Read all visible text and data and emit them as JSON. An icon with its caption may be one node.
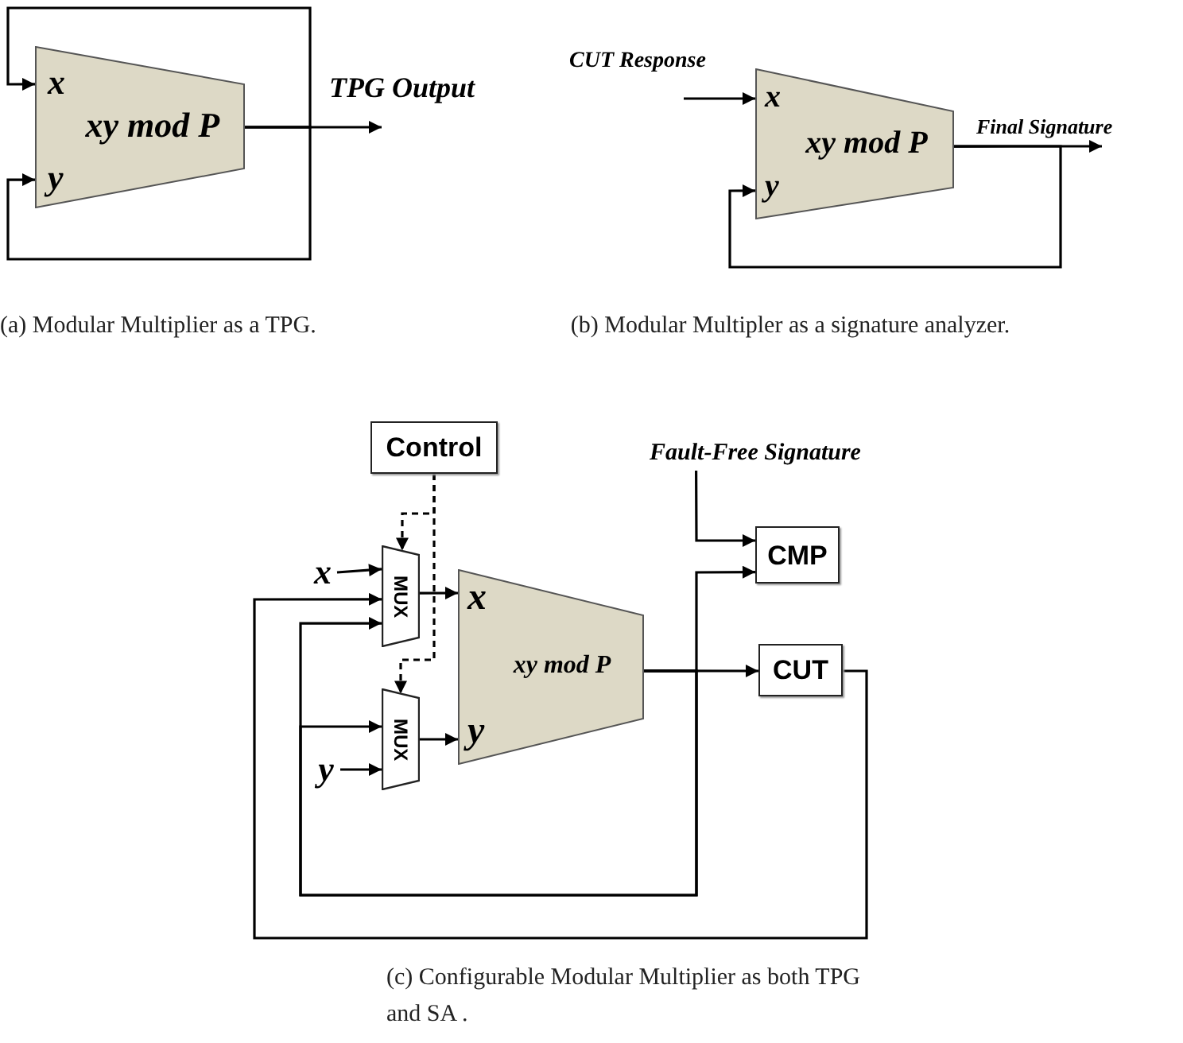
{
  "diagram": {
    "nodes": [
      {
        "text": [
          "x",
          "xy mod P",
          "y"
        ]
      },
      {
        "text": [
          "x",
          "xy mod P",
          "y"
        ]
      },
      {
        "text": [
          "Control"
        ]
      },
      {
        "text": [
          "x"
        ]
      },
      {
        "text": [
          "y"
        ]
      },
      {
        "text": [
          "MUX"
        ]
      },
      {
        "text": [
          "MUX"
        ]
      },
      {
        "text": [
          "x",
          "xy mod P",
          "y"
        ]
      },
      {
        "text": [
          "Fault-Free Signature"
        ]
      },
      {
        "text": [
          "CMP"
        ]
      },
      {
        "text": [
          "CUT"
        ]
      }
    ],
    "edges": [
      {
        "from": 0,
        "to": 0,
        "arrow": "to"
      },
      {
        "from": 0,
        "to": 0,
        "arrow": "to"
      },
      {
        "from": 0,
        "to": null,
        "arrow": "to",
        "label": "TPG Output"
      },
      {
        "from": null,
        "to": 1,
        "arrow": "to",
        "label": "CUT Response"
      },
      {
        "from": 1,
        "to": null,
        "arrow": "to",
        "label": "Final Signature"
      },
      {
        "from": 1,
        "to": 1,
        "arrow": "to"
      },
      {
        "from": 3,
        "to": 5,
        "arrow": "to"
      },
      {
        "from": 4,
        "to": 6,
        "arrow": "to"
      },
      {
        "from": 2,
        "to": 5,
        "arrow": "to",
        "style": "dashed"
      },
      {
        "from": 2,
        "to": 6,
        "arrow": "to",
        "style": "dashed"
      },
      {
        "from": 5,
        "to": 7,
        "arrow": "to"
      },
      {
        "from": 6,
        "to": 7,
        "arrow": "to"
      },
      {
        "from": 7,
        "to": 10,
        "arrow": "to"
      },
      {
        "from": 7,
        "to": 9,
        "arrow": "to"
      },
      {
        "from": 7,
        "to": 5,
        "arrow": "to"
      },
      {
        "from": 7,
        "to": 6,
        "arrow": "to"
      },
      {
        "from": 10,
        "to": 5,
        "arrow": "to"
      },
      {
        "from": 8,
        "to": 9,
        "arrow": "to"
      }
    ],
    "labels": [
      "(a) Modular Multiplier as a TPG.",
      "(b) Modular Multipler as a signature analyzer.",
      "(c) Configurable Modular Multiplier as both TPG and SA ."
    ]
  }
}
